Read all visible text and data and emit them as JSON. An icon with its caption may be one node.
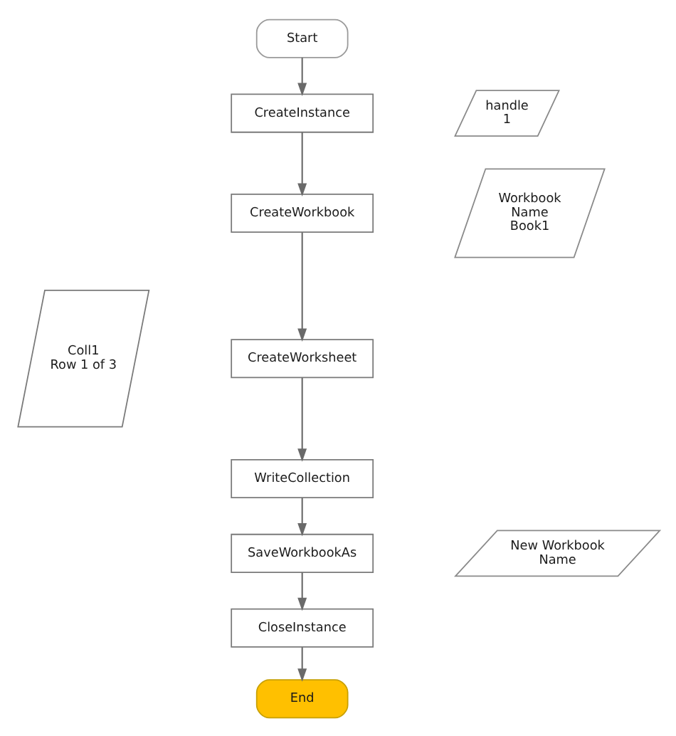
{
  "diagram": {
    "nodes": [
      {
        "text": [
          "Start"
        ]
      },
      {
        "text": [
          "CreateInstance"
        ]
      },
      {
        "text": [
          "handle",
          "1"
        ]
      },
      {
        "text": [
          "CreateWorkbook"
        ]
      },
      {
        "text": [
          "Workbook Name",
          "Book1"
        ]
      },
      {
        "text": [
          "Coll1",
          "Row 1 of 3"
        ]
      },
      {
        "text": [
          "CreateWorksheet"
        ]
      },
      {
        "text": [
          "WriteCollection"
        ]
      },
      {
        "text": [
          "SaveWorkbookAs"
        ]
      },
      {
        "text": [
          "New Workbook Name"
        ]
      },
      {
        "text": [
          "CloseInstance"
        ]
      },
      {
        "text": [
          "End"
        ]
      }
    ],
    "edges": [
      {
        "from": 0,
        "to": 1,
        "arrow": "to"
      },
      {
        "from": 1,
        "to": 3,
        "arrow": "to"
      },
      {
        "from": 3,
        "to": 6,
        "arrow": "to"
      },
      {
        "from": 6,
        "to": 7,
        "arrow": "to"
      },
      {
        "from": 7,
        "to": 8,
        "arrow": "to"
      },
      {
        "from": 8,
        "to": 10,
        "arrow": "to"
      },
      {
        "from": 10,
        "to": 11,
        "arrow": "to"
      }
    ]
  }
}
